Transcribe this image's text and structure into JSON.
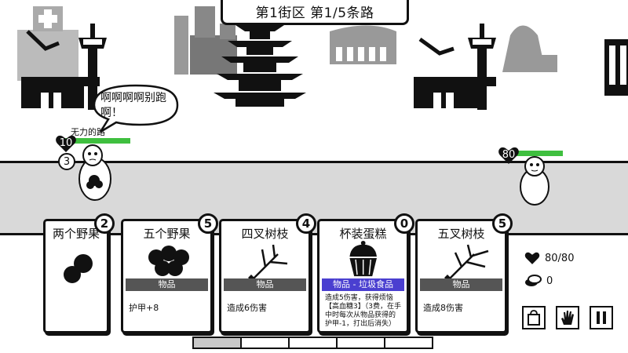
{
  "banner": {
    "location": "第1街区 第1/5条路"
  },
  "speech": {
    "text": "啊啊啊啊别跑啊！"
  },
  "player": {
    "name": "无力的路",
    "hp": "10",
    "block": "3"
  },
  "enemy": {
    "hp": "80"
  },
  "cards": [
    {
      "title": "两个野果",
      "cost": "2",
      "type": "",
      "desc": ""
    },
    {
      "title": "五个野果",
      "cost": "5",
      "type": "物品",
      "desc": "护甲+8"
    },
    {
      "title": "四叉树枝",
      "cost": "4",
      "type": "物品",
      "desc": "造成6伤害"
    },
    {
      "title": "杯装蛋糕",
      "cost": "0",
      "type": "物品 - 垃圾食品",
      "desc": "造成5伤害，获得烦恼【高血糖3】（3费，在手中时每次从物品获得的护甲-1，打出后消失）"
    },
    {
      "title": "五叉树枝",
      "cost": "5",
      "type": "物品",
      "desc": "造成8伤害"
    }
  ],
  "stats": {
    "health": "80/80",
    "coins": "0"
  },
  "progress": {
    "completed": 1,
    "total": 5
  },
  "colors": {
    "hp_green": "#3fbf3f",
    "junk_food_tag": "#4a3fd0"
  }
}
